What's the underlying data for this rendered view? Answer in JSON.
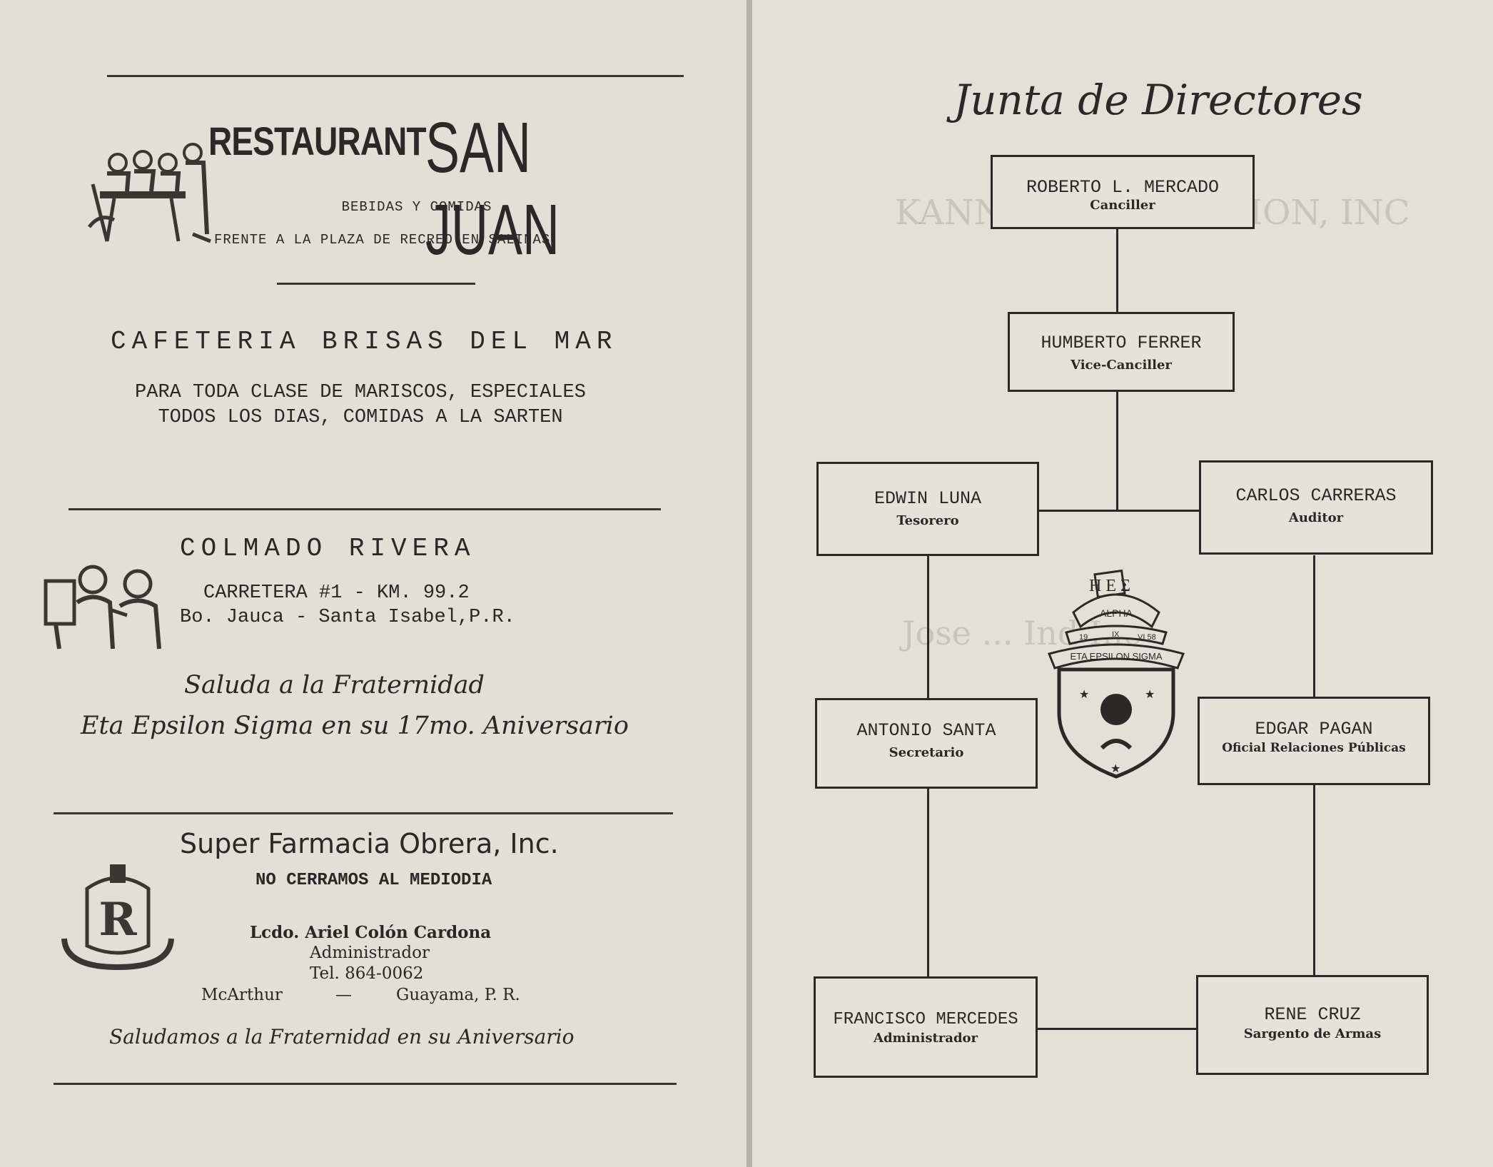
{
  "left_page": {
    "restaurant": {
      "label": "RESTAURANT",
      "name": "SAN JUAN",
      "line1": "BEBIDAS Y COMIDAS",
      "line2": "FRENTE A LA PLAZA DE RECREO EN SALINAS"
    },
    "cafeteria": {
      "name": "CAFETERIA BRISAS DEL MAR",
      "line1": "PARA TODA CLASE DE MARISCOS, ESPECIALES",
      "line2": "TODOS LOS DIAS, COMIDAS A LA SARTEN"
    },
    "colmado": {
      "name": "COLMADO RIVERA",
      "line1": "CARRETERA #1 - KM. 99.2",
      "line2": "Bo. Jauca - Santa Isabel,P.R.",
      "greeting1": "Saluda a la Fraternidad",
      "greeting2": "Eta Epsilon Sigma en su 17mo. Aniversario"
    },
    "farmacia": {
      "name": "Super Farmacia Obrera, Inc.",
      "subtitle": "NO CERRAMOS AL MEDIODIA",
      "person": "Lcdo. Ariel Colón Cardona",
      "title": "Administrador",
      "phone": "Tel. 864-0062",
      "place1": "McArthur",
      "dash": "—",
      "place2": "Guayama, P. R.",
      "greeting": "Saludamos a la Fraternidad en su Aniversario",
      "logo_letter": "R"
    }
  },
  "right_page": {
    "title": "Junta de Directores",
    "directors": [
      {
        "name": "ROBERTO L. MERCADO",
        "role": "Canciller"
      },
      {
        "name": "HUMBERTO FERRER",
        "role": "Vice-Canciller"
      },
      {
        "name": "EDWIN LUNA",
        "role": "Tesorero"
      },
      {
        "name": "CARLOS CARRERAS",
        "role": "Auditor"
      },
      {
        "name": "ANTONIO SANTA",
        "role": "Secretario"
      },
      {
        "name": "EDGAR PAGAN",
        "role": "Oficial Relaciones Públicas"
      },
      {
        "name": "FRANCISCO MERCEDES",
        "role": "Administrador"
      },
      {
        "name": "RENE CRUZ",
        "role": "Sargento de Armas"
      }
    ],
    "crest": {
      "top_letters": "H E Σ",
      "banner1": "ALPHA",
      "year_left": "19",
      "year_mid": "IX",
      "year_right": "VI 58",
      "banner2": "ETA EPSILON SIGMA"
    }
  },
  "colors": {
    "paper_left": "#e3ded6",
    "paper_right": "#e4e0d8",
    "ink": "#2b2825"
  }
}
